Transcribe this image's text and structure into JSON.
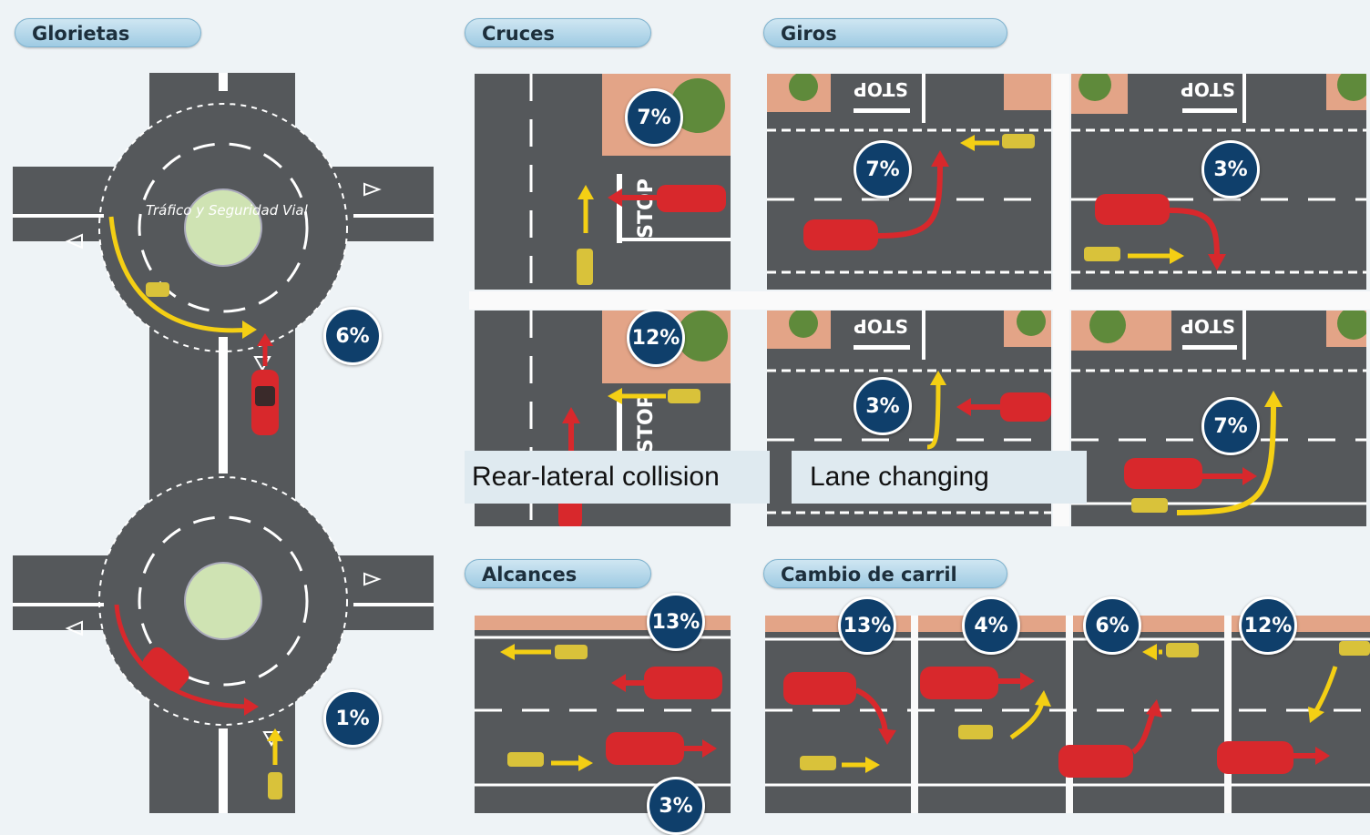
{
  "sections": {
    "glorietas": "Glorietas",
    "cruces": "Cruces",
    "giros": "Giros",
    "alcances": "Alcances",
    "cambio_de_carril": "Cambio de carril"
  },
  "watermark": "Tráfico y Seguridad Vial",
  "stop_text": "STOP",
  "captions": {
    "rear_lateral": "Rear-lateral collision",
    "lane_changing": "Lane changing"
  },
  "percentages": {
    "glorietas_top": "6%",
    "glorietas_bottom": "1%",
    "cruces_top": "7%",
    "cruces_bottom": "12%",
    "giros_top_left": "7%",
    "giros_top_right": "3%",
    "giros_bottom_left": "3%",
    "giros_bottom_right": "7%",
    "alcances_top": "13%",
    "alcances_bottom": "3%",
    "cambio_1": "13%",
    "cambio_2": "4%",
    "cambio_3": "6%",
    "cambio_4": "12%"
  },
  "colors": {
    "road": "#55585b",
    "car": "#d8282c",
    "cyclist_arrow": "#f4cf14",
    "car_arrow": "#d8282c",
    "badge": "#0f3f6b",
    "sidewalk": "#e3a487",
    "greenery": "#5f8a3b"
  }
}
